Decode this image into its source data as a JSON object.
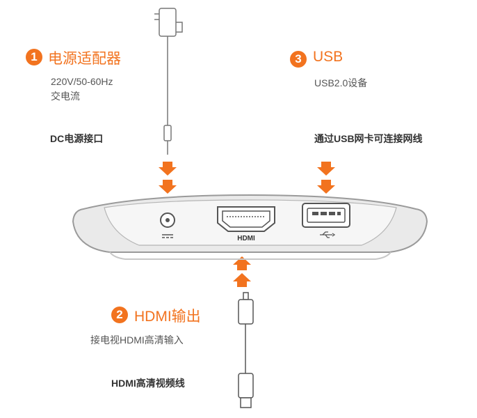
{
  "colors": {
    "accent": "#f2731f",
    "body": "#555555",
    "label": "#333333"
  },
  "sections": {
    "power": {
      "number": "1",
      "title": "电源适配器",
      "spec_line1": "220V/50-60Hz",
      "spec_line2": "交电流",
      "port_label": "DC电源接口"
    },
    "usb": {
      "number": "3",
      "title": "USB",
      "spec": "USB2.0设备",
      "port_label": "通过USB网卡可连接网线"
    },
    "hdmi": {
      "number": "2",
      "title": "HDMI输出",
      "spec": "接电视HDMI高清输入",
      "cable_label": "HDMI高清视频线"
    }
  },
  "device": {
    "hdmi_port_text": "HDMI",
    "dc_symbol": "dc-symbol-icon",
    "usb_symbol": "usb-symbol-icon"
  }
}
